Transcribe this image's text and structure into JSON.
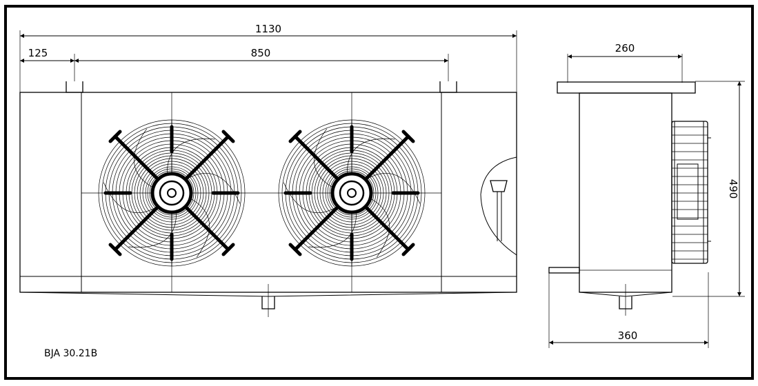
{
  "drawing": {
    "model_code": "BJA 30.21B",
    "dimensions": {
      "overall_length": "1130",
      "end_offset": "125",
      "mount_spacing": "850",
      "side_top_width": "260",
      "side_height": "490",
      "side_depth": "360"
    },
    "front_view": {
      "fan_count": 2
    }
  }
}
